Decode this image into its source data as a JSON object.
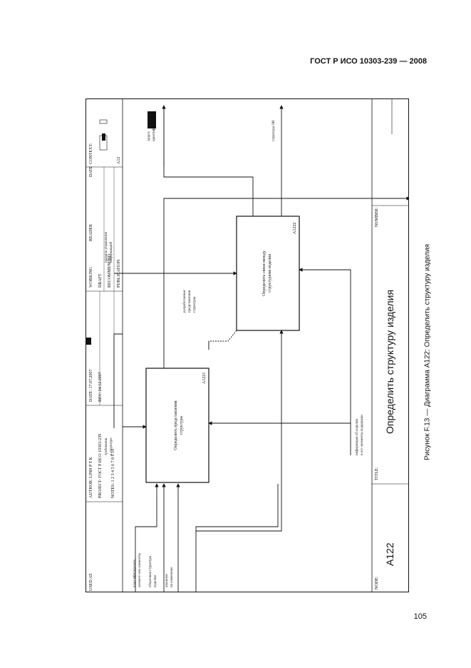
{
  "page": {
    "header": "ГОСТ Р ИСО 10303-239 — 2008",
    "page_number": "105",
    "caption": "Рисунок F.13 — Диаграмма А122: Определить структуру изделия"
  },
  "form": {
    "used_at": "USED AT:",
    "author": "AUTHOR:  LINH P T K",
    "project": "PROJECT:  ГОСТ Р ИСО 10303-239",
    "notes": "NOTES:  1  2  3  4  5  6  7  8  9  10",
    "date": "DATE:  17.07.2007",
    "rev": "REV:    24.12.2007",
    "working": "WORKING",
    "draft": "DRAFT",
    "recommended": "RECOMMENDED",
    "publication": "PUBLICATION",
    "reader": "READER",
    "date2": "DATE",
    "context": "CONTEXT:",
    "context_node": "A12",
    "node_label": "NODE:",
    "node_value": "A122",
    "title_label": "TITLE:",
    "title_value": "Определить структуру  изделия",
    "number_label": "NUMBER:"
  },
  "diagram": {
    "box1": {
      "text": [
        "Определить представления",
        "структуры"
      ],
      "id": "A1221"
    },
    "box2": {
      "text": [
        "Определить связи между",
        "структурами изделия"
      ],
      "id": "A1222"
    },
    "inputs": {
      "i1": [
        "классифицировать",
        "элемент или элементы"
      ],
      "i2": [
        "сборочная структура",
        "изделия"
      ],
      "i3": [
        "указание",
        "на изменение"
      ]
    },
    "controls": {
      "c1": [
        "требования",
        "к структуре"
      ],
      "c2": [
        "правила управления",
        "информацией"
      ]
    },
    "mechanism": [
      "информация об изделии",
      "и его элементы поддержки"
    ],
    "tunnel": [
      "разработанные",
      "представления",
      "структуры"
    ],
    "outputs": {
      "o1": [
        "запрос",
        "идентификатора"
      ],
      "o2": [
        "структура ОИ"
      ]
    }
  }
}
